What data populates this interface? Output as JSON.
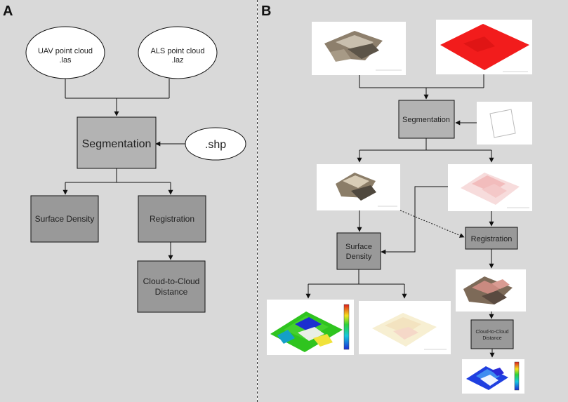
{
  "panels": [
    {
      "letter": "A"
    },
    {
      "letter": "B"
    }
  ],
  "panel_a": {
    "uav": {
      "line1": "UAV point cloud",
      "line2": ".las"
    },
    "als": {
      "line1": "ALS point cloud",
      "line2": ".laz"
    },
    "segmentation": "Segmentation",
    "shp": ".shp",
    "surface_density": "Surface Density",
    "registration": "Registration",
    "c2c": {
      "line1": "Cloud-to-Cloud",
      "line2": "Distance"
    }
  },
  "panel_b": {
    "segmentation": "Segmentation",
    "surface_density": {
      "line1": "Surface",
      "line2": "Density"
    },
    "registration": "Registration",
    "c2c": {
      "line1": "Cloud-to-Cloud",
      "line2": "Distance"
    }
  },
  "colors": {
    "panel_bg": "#d9d9d9",
    "box_fill": "#b3b3b3",
    "box_fill_dark": "#999999",
    "ellipse_fill": "#ffffff",
    "line": "#111111"
  }
}
